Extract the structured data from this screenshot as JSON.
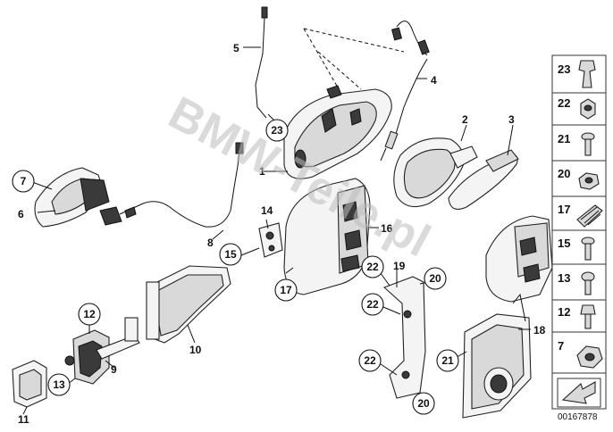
{
  "watermark": "BMW-Teile.pl",
  "callouts": [
    "1",
    "2",
    "3",
    "4",
    "5",
    "6",
    "7",
    "8",
    "9",
    "10",
    "11",
    "12",
    "13",
    "14",
    "15",
    "16",
    "17",
    "18",
    "19",
    "20",
    "21",
    "22",
    "23"
  ],
  "circled_callouts": [
    "7",
    "12",
    "13",
    "15",
    "17",
    "20",
    "21",
    "22",
    "23"
  ],
  "legend": {
    "items": [
      "23",
      "22",
      "21",
      "20",
      "17",
      "15",
      "13",
      "12",
      "7"
    ]
  },
  "footer": {
    "image_number": "00167878"
  }
}
